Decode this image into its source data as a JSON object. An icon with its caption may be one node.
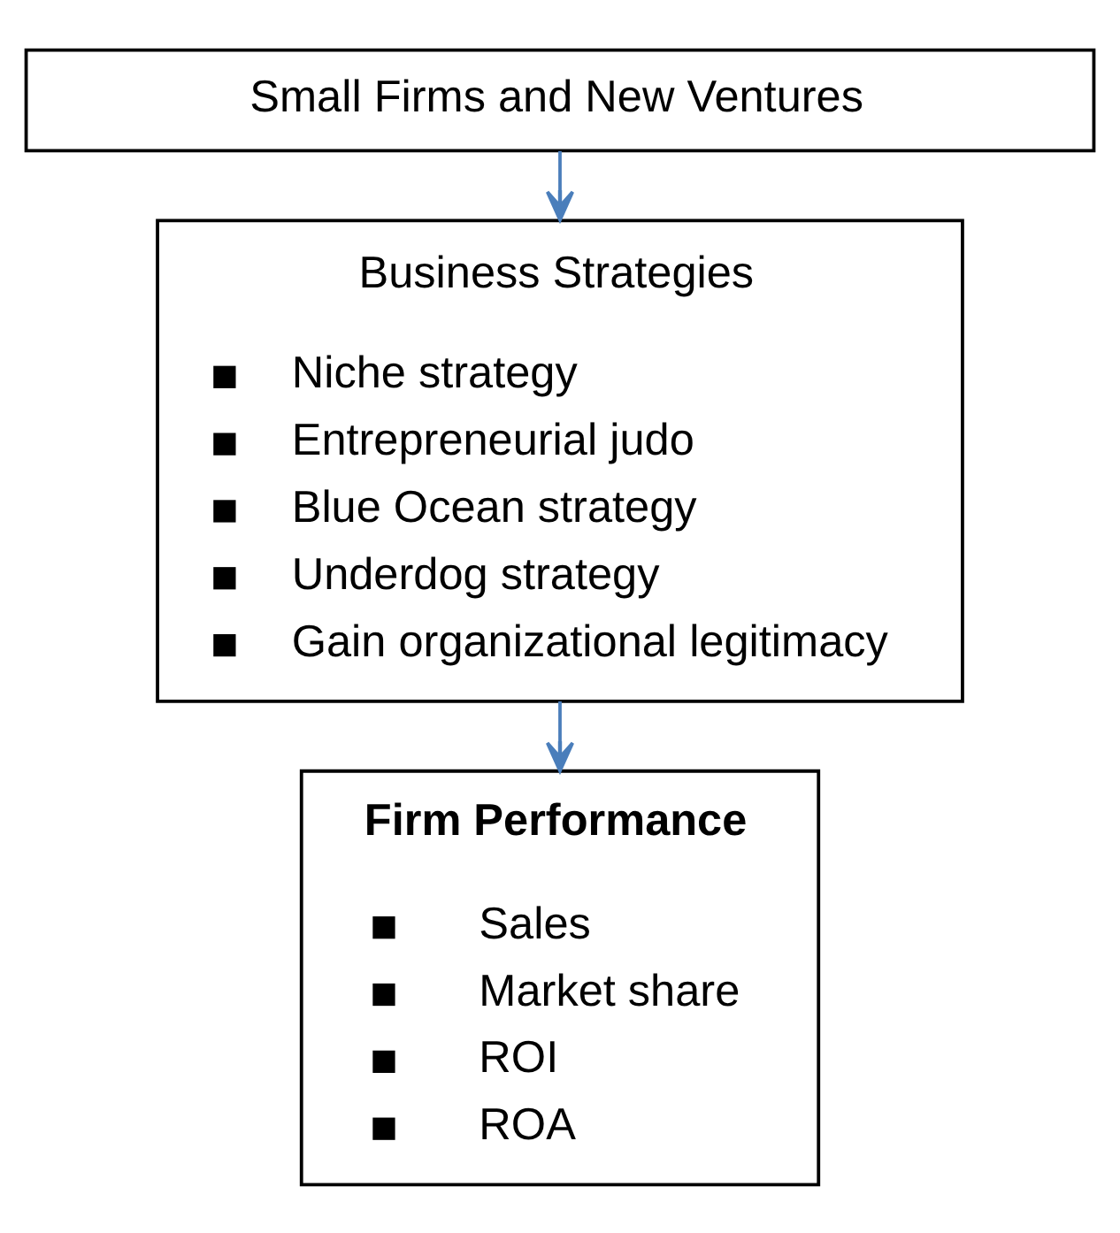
{
  "diagram": {
    "nodes": [
      {
        "text": [
          "Small Firms and New Ventures"
        ]
      },
      {
        "text": [
          "Business Strategies",
          "Niche strategy",
          "Entrepreneurial judo",
          "Blue Ocean strategy",
          "Underdog strategy",
          "Gain organizational legitimacy"
        ]
      },
      {
        "text": [
          "Firm Performance",
          "Sales",
          "Market share",
          "ROI",
          "ROA"
        ]
      }
    ],
    "edges": [
      {
        "from": 0,
        "to": 1,
        "arrow": "to"
      },
      {
        "from": 1,
        "to": 2,
        "arrow": "to"
      }
    ]
  }
}
